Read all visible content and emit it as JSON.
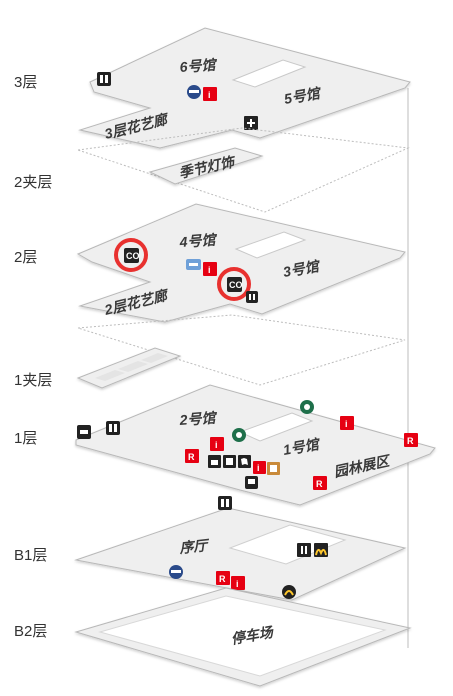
{
  "floors": {
    "f3": "3层",
    "f2m": "2夹层",
    "f2": "2层",
    "f1m": "1夹层",
    "f1": "1层",
    "b1": "B1层",
    "b2": "B2层"
  },
  "zones": {
    "hall6": "6号馆",
    "hall5": "5号馆",
    "corridor3": "3层花艺廊",
    "seasonal": "季节灯饰",
    "hall4": "4号馆",
    "hall3": "3号馆",
    "corridor2": "2层花艺廊",
    "hall2": "2号馆",
    "hall1": "1号馆",
    "garden": "园林展区",
    "lobby": "序厅",
    "parking": "停车场"
  },
  "icons": {
    "info": "i",
    "restaurant": "R",
    "co": "CO"
  },
  "colors": {
    "floor_top": "#f1f1f1",
    "floor_edge": "#d6d6d6",
    "outline": "#9a9a9a",
    "info_red": "#e60012",
    "highlight_ring": "#e8312f",
    "starbucks_green": "#1e6f4a",
    "mcd_yellow": "#ffc72c"
  }
}
